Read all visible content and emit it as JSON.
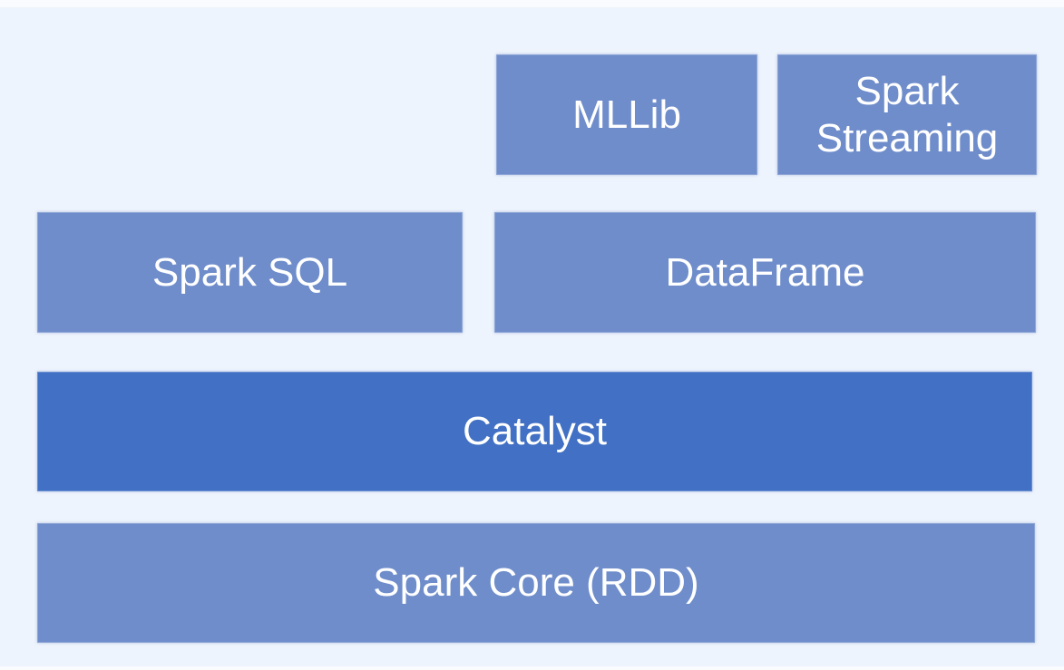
{
  "diagram": {
    "type": "stack-architecture",
    "colors": {
      "background": "#EEF4FD",
      "box_light": "#6F8DCB",
      "box_dark": "#4170C4",
      "text": "#FFFFFF"
    },
    "blocks": [
      {
        "id": "mllib",
        "label": "MLLib",
        "variant": "light"
      },
      {
        "id": "spark-streaming",
        "label": "Spark Streaming",
        "variant": "light"
      },
      {
        "id": "spark-sql",
        "label": "Spark SQL",
        "variant": "light"
      },
      {
        "id": "dataframe",
        "label": "DataFrame",
        "variant": "light"
      },
      {
        "id": "catalyst",
        "label": "Catalyst",
        "variant": "dark"
      },
      {
        "id": "spark-core",
        "label": "Spark Core (RDD)",
        "variant": "light"
      }
    ]
  }
}
